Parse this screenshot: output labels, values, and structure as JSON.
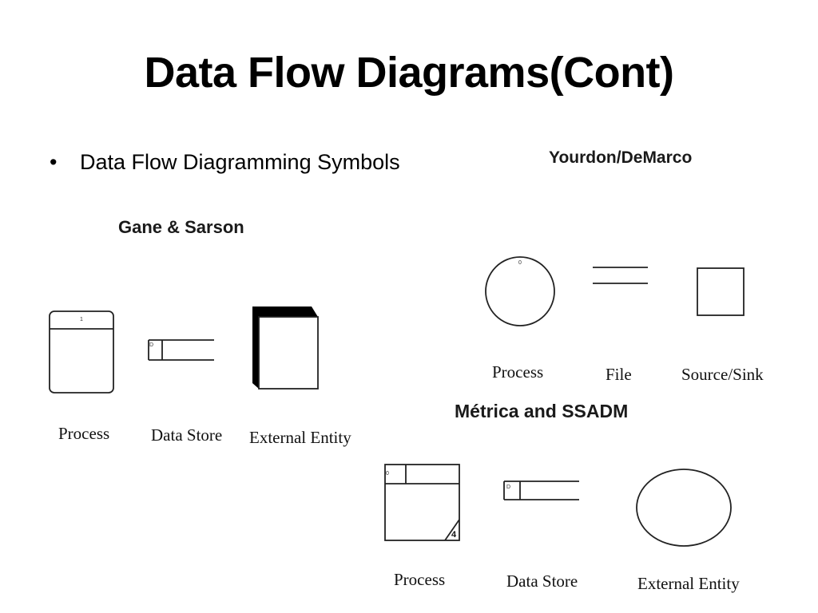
{
  "slide": {
    "title": "Data Flow Diagrams(Cont)",
    "bullet_marker": "•",
    "bullet_text": "Data Flow Diagramming Symbols"
  },
  "notations": {
    "gane_sarson": {
      "heading": "Gane & Sarson",
      "process_label": "Process",
      "data_store_label": "Data Store",
      "external_entity_label": "External Entity"
    },
    "yourdon_demarco": {
      "heading": "Yourdon/DeMarco",
      "process_label": "Process",
      "file_label": "File",
      "source_sink_label": "Source/Sink"
    },
    "metrica_ssadm": {
      "heading": "Métrica and SSADM",
      "process_label": "Process",
      "data_store_label": "Data Store",
      "external_entity_label": "External Entity",
      "process_corner_number": "4"
    }
  }
}
